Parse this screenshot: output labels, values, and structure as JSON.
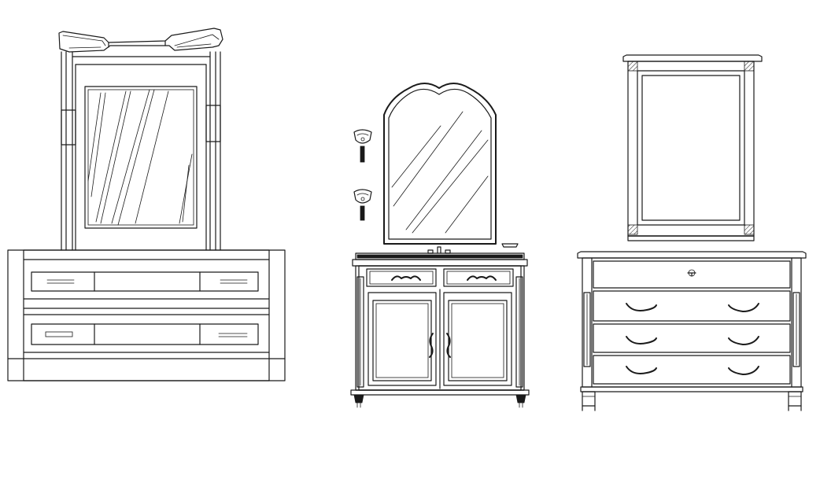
{
  "drawing": {
    "title": "",
    "items": [
      {
        "name": "dresser-with-tilting-mirror"
      },
      {
        "name": "vanity-cabinet-with-arched-mirror"
      },
      {
        "name": "chest-of-drawers-with-framed-mirror"
      }
    ]
  },
  "colors": {
    "line": "#1a1a1a",
    "background": "#ffffff"
  }
}
